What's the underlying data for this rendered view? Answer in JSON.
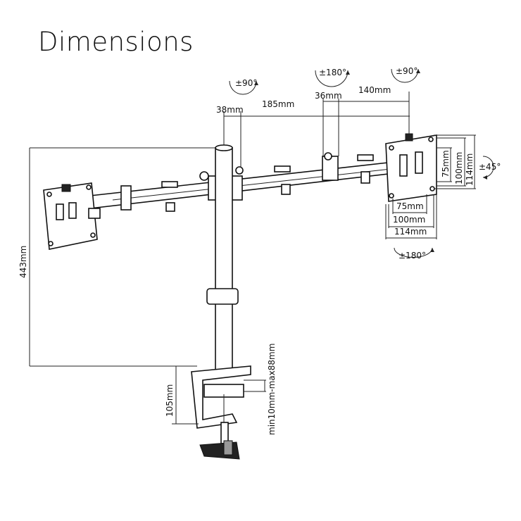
{
  "title": "Dimensions",
  "labels": {
    "rot_left": "±90°",
    "rot_center": "±180°",
    "rot_right": "±90°",
    "seg1": "38mm",
    "seg2": "185mm",
    "seg3": "36mm",
    "seg4": "140mm",
    "height": "443mm",
    "vesa_v75": "75mm",
    "vesa_v100": "100mm",
    "vesa_v114": "114mm",
    "tilt": "±45°",
    "vesa_h75": "75mm",
    "vesa_h100": "100mm",
    "vesa_h114": "114mm",
    "swivel": "±180°",
    "clamp_height": "105mm",
    "clamp_range": "min10mm-max88mm"
  }
}
